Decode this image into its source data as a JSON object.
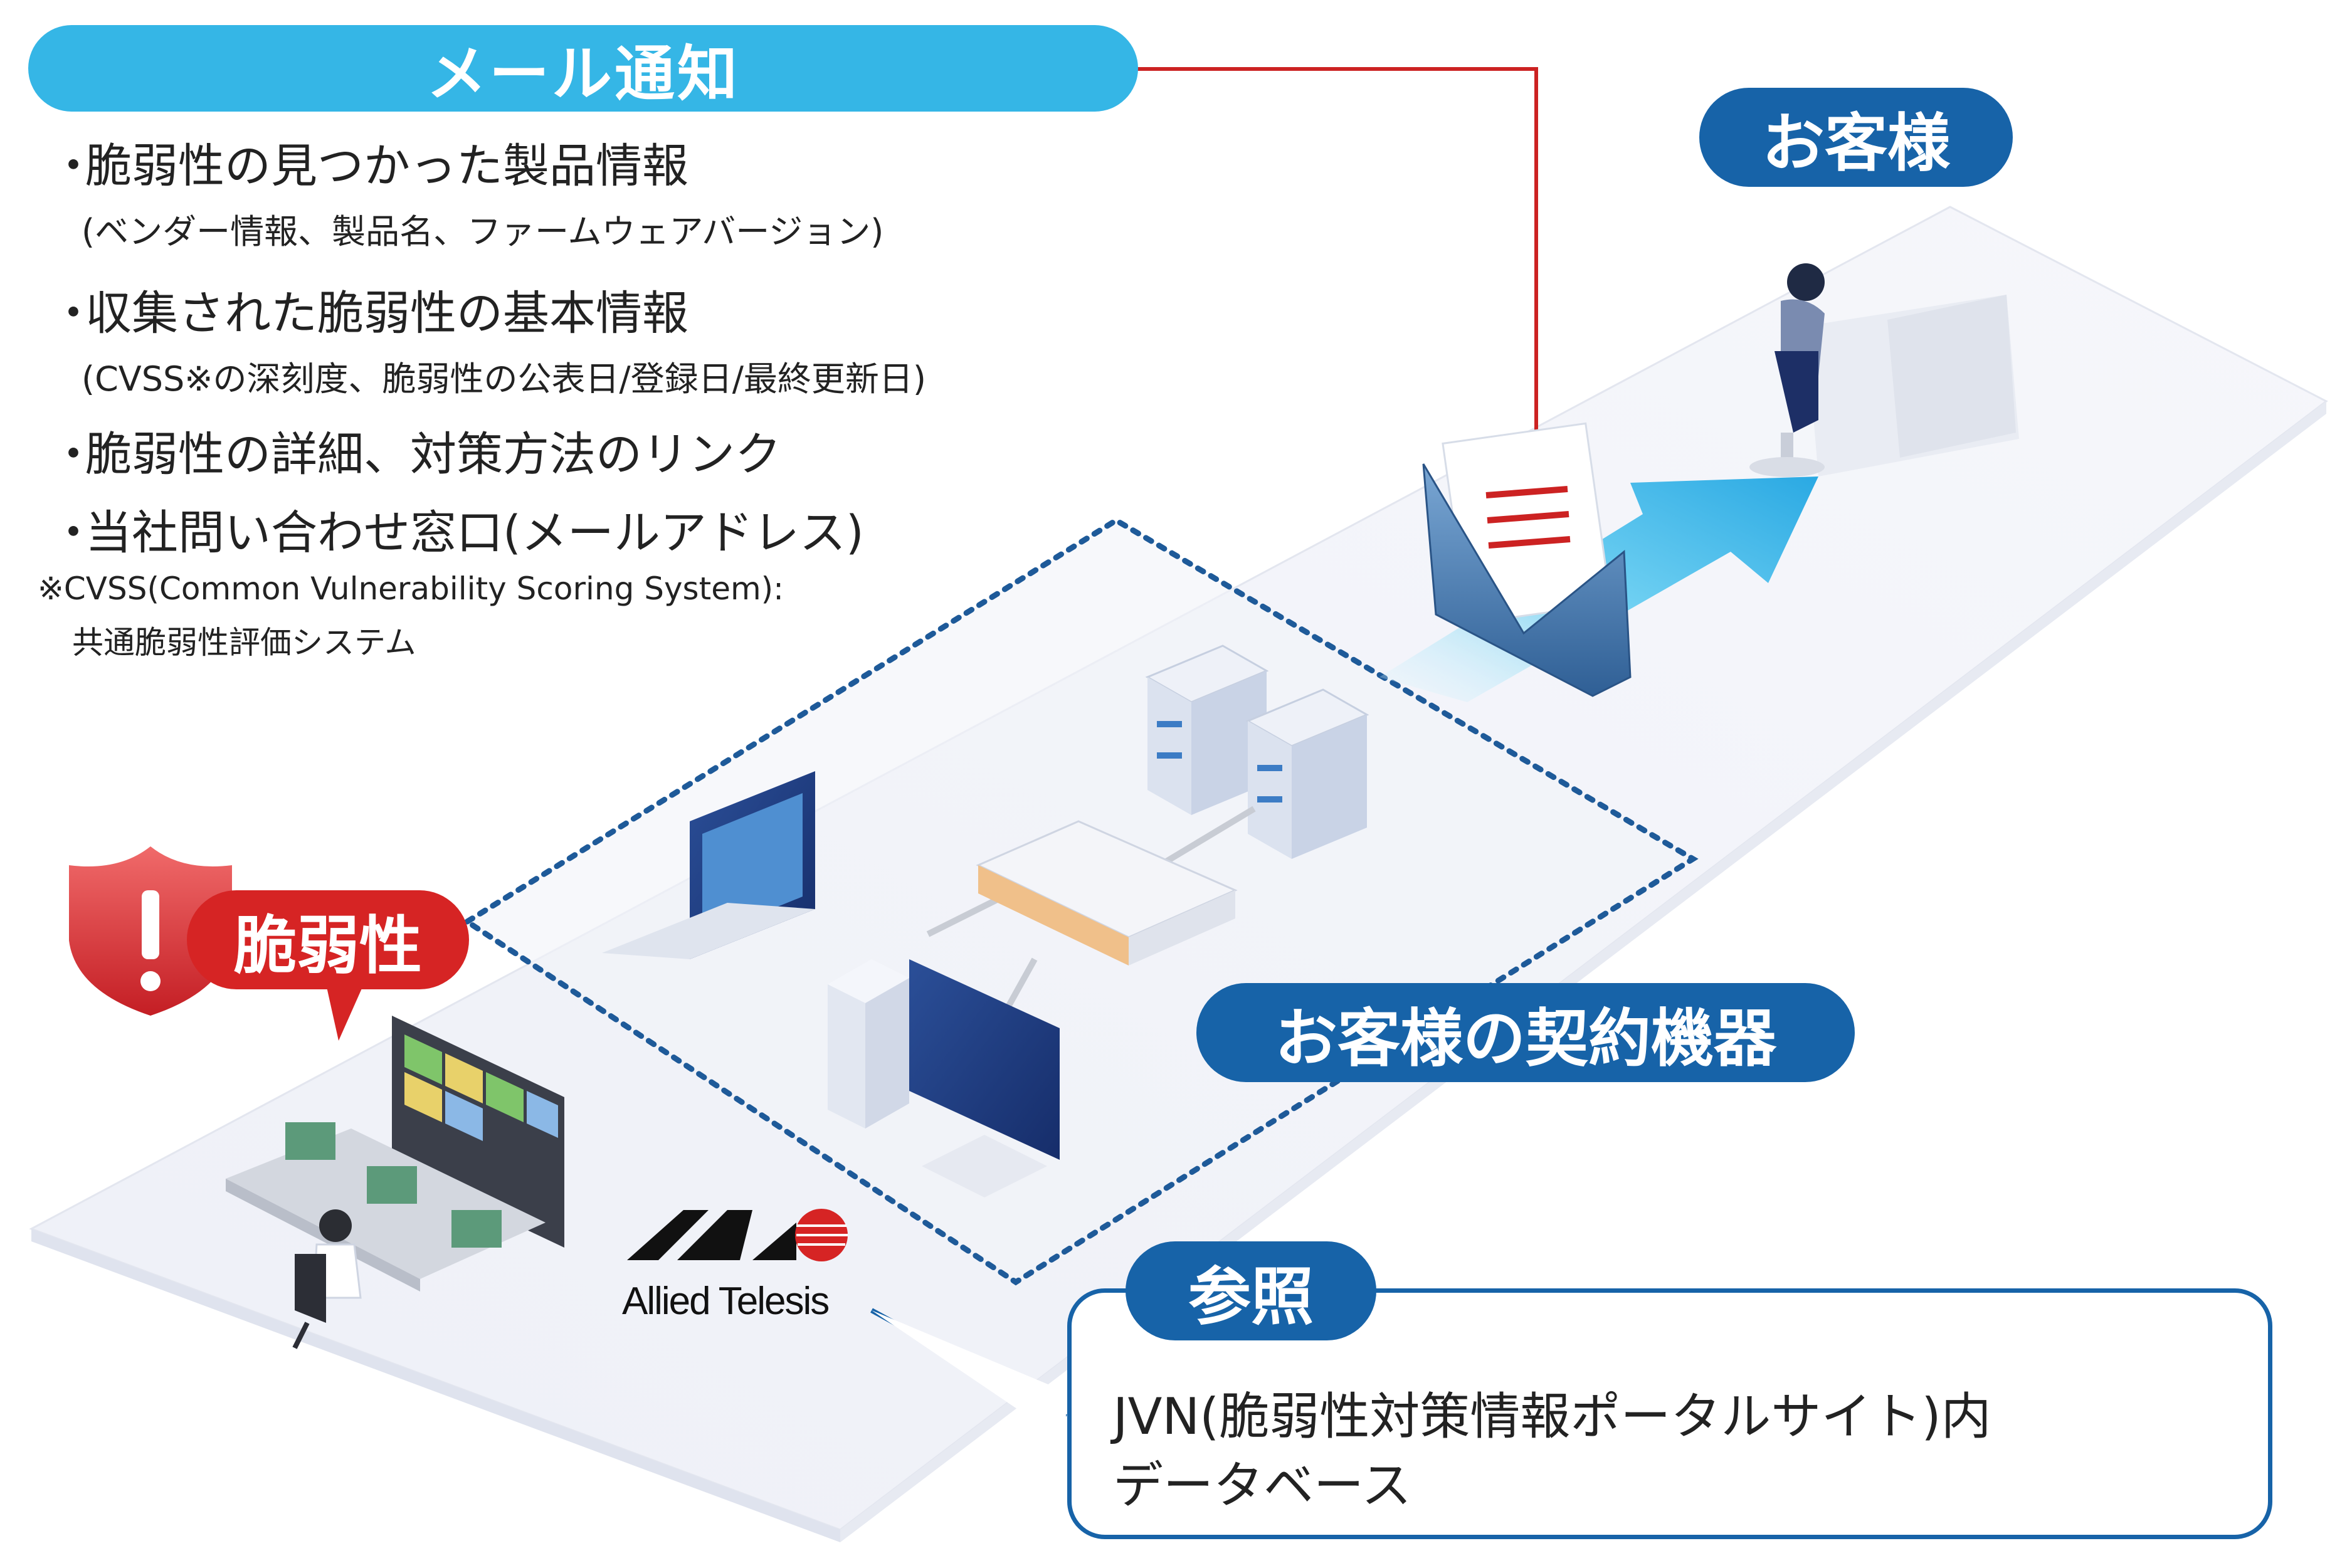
{
  "mail_notice": {
    "title": "メール通知",
    "items": [
      {
        "bullet": "・",
        "main": "脆弱性の見つかった製品情報",
        "sub": "(ベンダー情報、製品名、ファームウェアバージョン)"
      },
      {
        "bullet": "・",
        "main": "収集された脆弱性の基本情報",
        "sub": "(CVSS※の深刻度、脆弱性の公表日/登録日/最終更新日)"
      },
      {
        "bullet": "・",
        "main": "脆弱性の詳細、対策方法のリンク",
        "sub": ""
      },
      {
        "bullet": "・",
        "main": "当社問い合わせ窓口(メールアドレス)",
        "sub": ""
      }
    ],
    "footnote_line1": "※CVSS(Common Vulnerability Scoring System):",
    "footnote_line2": "共通脆弱性評価システム"
  },
  "customer_label": "お客様",
  "devices_label": "お客様の契約機器",
  "vulnerability_label": "脆弱性",
  "reference": {
    "label": "参照",
    "line1": "JVN(脆弱性対策情報ポータルサイト)内",
    "line2": "データベース"
  },
  "logo": {
    "text": "Allied Telesis"
  },
  "colors": {
    "accent_light_blue": "#35b6e6",
    "accent_dark_blue": "#1763a8",
    "alert_red": "#d62424",
    "connector_red": "#cc2222",
    "dotted_outline": "#1e5a99"
  },
  "icons": [
    "shield-alert-icon",
    "mail-envelope-icon",
    "arrow-icon",
    "laptop-icon",
    "desktop-icon",
    "switch-icon",
    "server-icon",
    "database-icon",
    "magnifier-icon",
    "monitor-wall-icon",
    "operator-icon",
    "customer-desk-icon"
  ]
}
